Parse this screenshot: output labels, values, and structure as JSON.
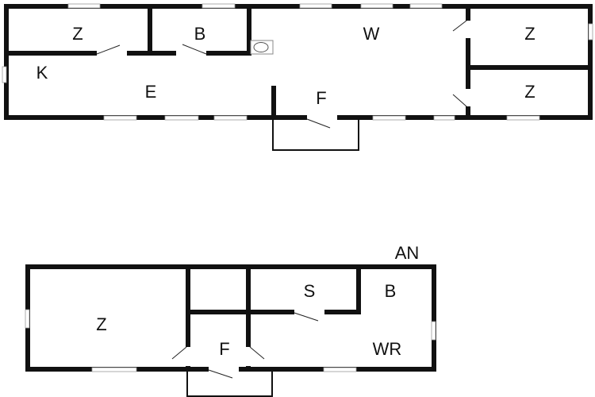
{
  "ground_floor": {
    "rooms": {
      "z1": "Z",
      "b": "B",
      "w": "W",
      "z2": "Z",
      "k": "K",
      "e": "E",
      "f": "F",
      "z3": "Z"
    }
  },
  "annex": {
    "title": "AN",
    "rooms": {
      "s": "S",
      "b": "B",
      "z": "Z",
      "f": "F",
      "wr": "WR"
    }
  }
}
